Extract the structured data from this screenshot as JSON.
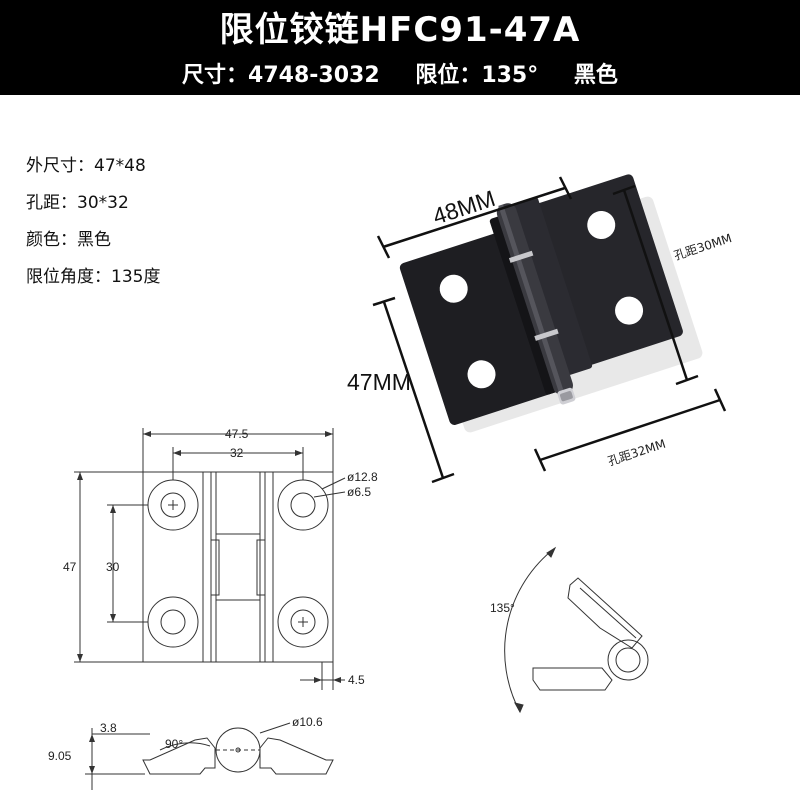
{
  "header": {
    "title": "限位铰链HFC91-47A",
    "size": "尺寸：4748-3032",
    "limit": "限位：135°",
    "color": "黑色"
  },
  "specs": [
    "外尺寸：47*48",
    "孔距：30*32",
    "颜色：黑色",
    "限位角度：135度"
  ],
  "photo": {
    "width_label": "48MM",
    "height_label": "47MM",
    "hole_vertical_label": "孔距30MM",
    "hole_horizontal_label": "孔距32MM"
  },
  "front_view": {
    "overall_width": "47.5",
    "hole_spacing_x": "32",
    "outer_diameter": "ø12.8",
    "inner_diameter": "ø6.5",
    "overall_height": "47",
    "hole_spacing_y": "30",
    "thickness": "4.5"
  },
  "side_view": {
    "offset": "3.8",
    "angle": "90°",
    "pin_diameter": "ø10.6",
    "height": "9.05"
  },
  "angle_view": {
    "limit_angle": "135°"
  },
  "colors": {
    "header_bg": "#000000",
    "header_text": "#ffffff",
    "hinge_body": "#1e1e22"
  }
}
